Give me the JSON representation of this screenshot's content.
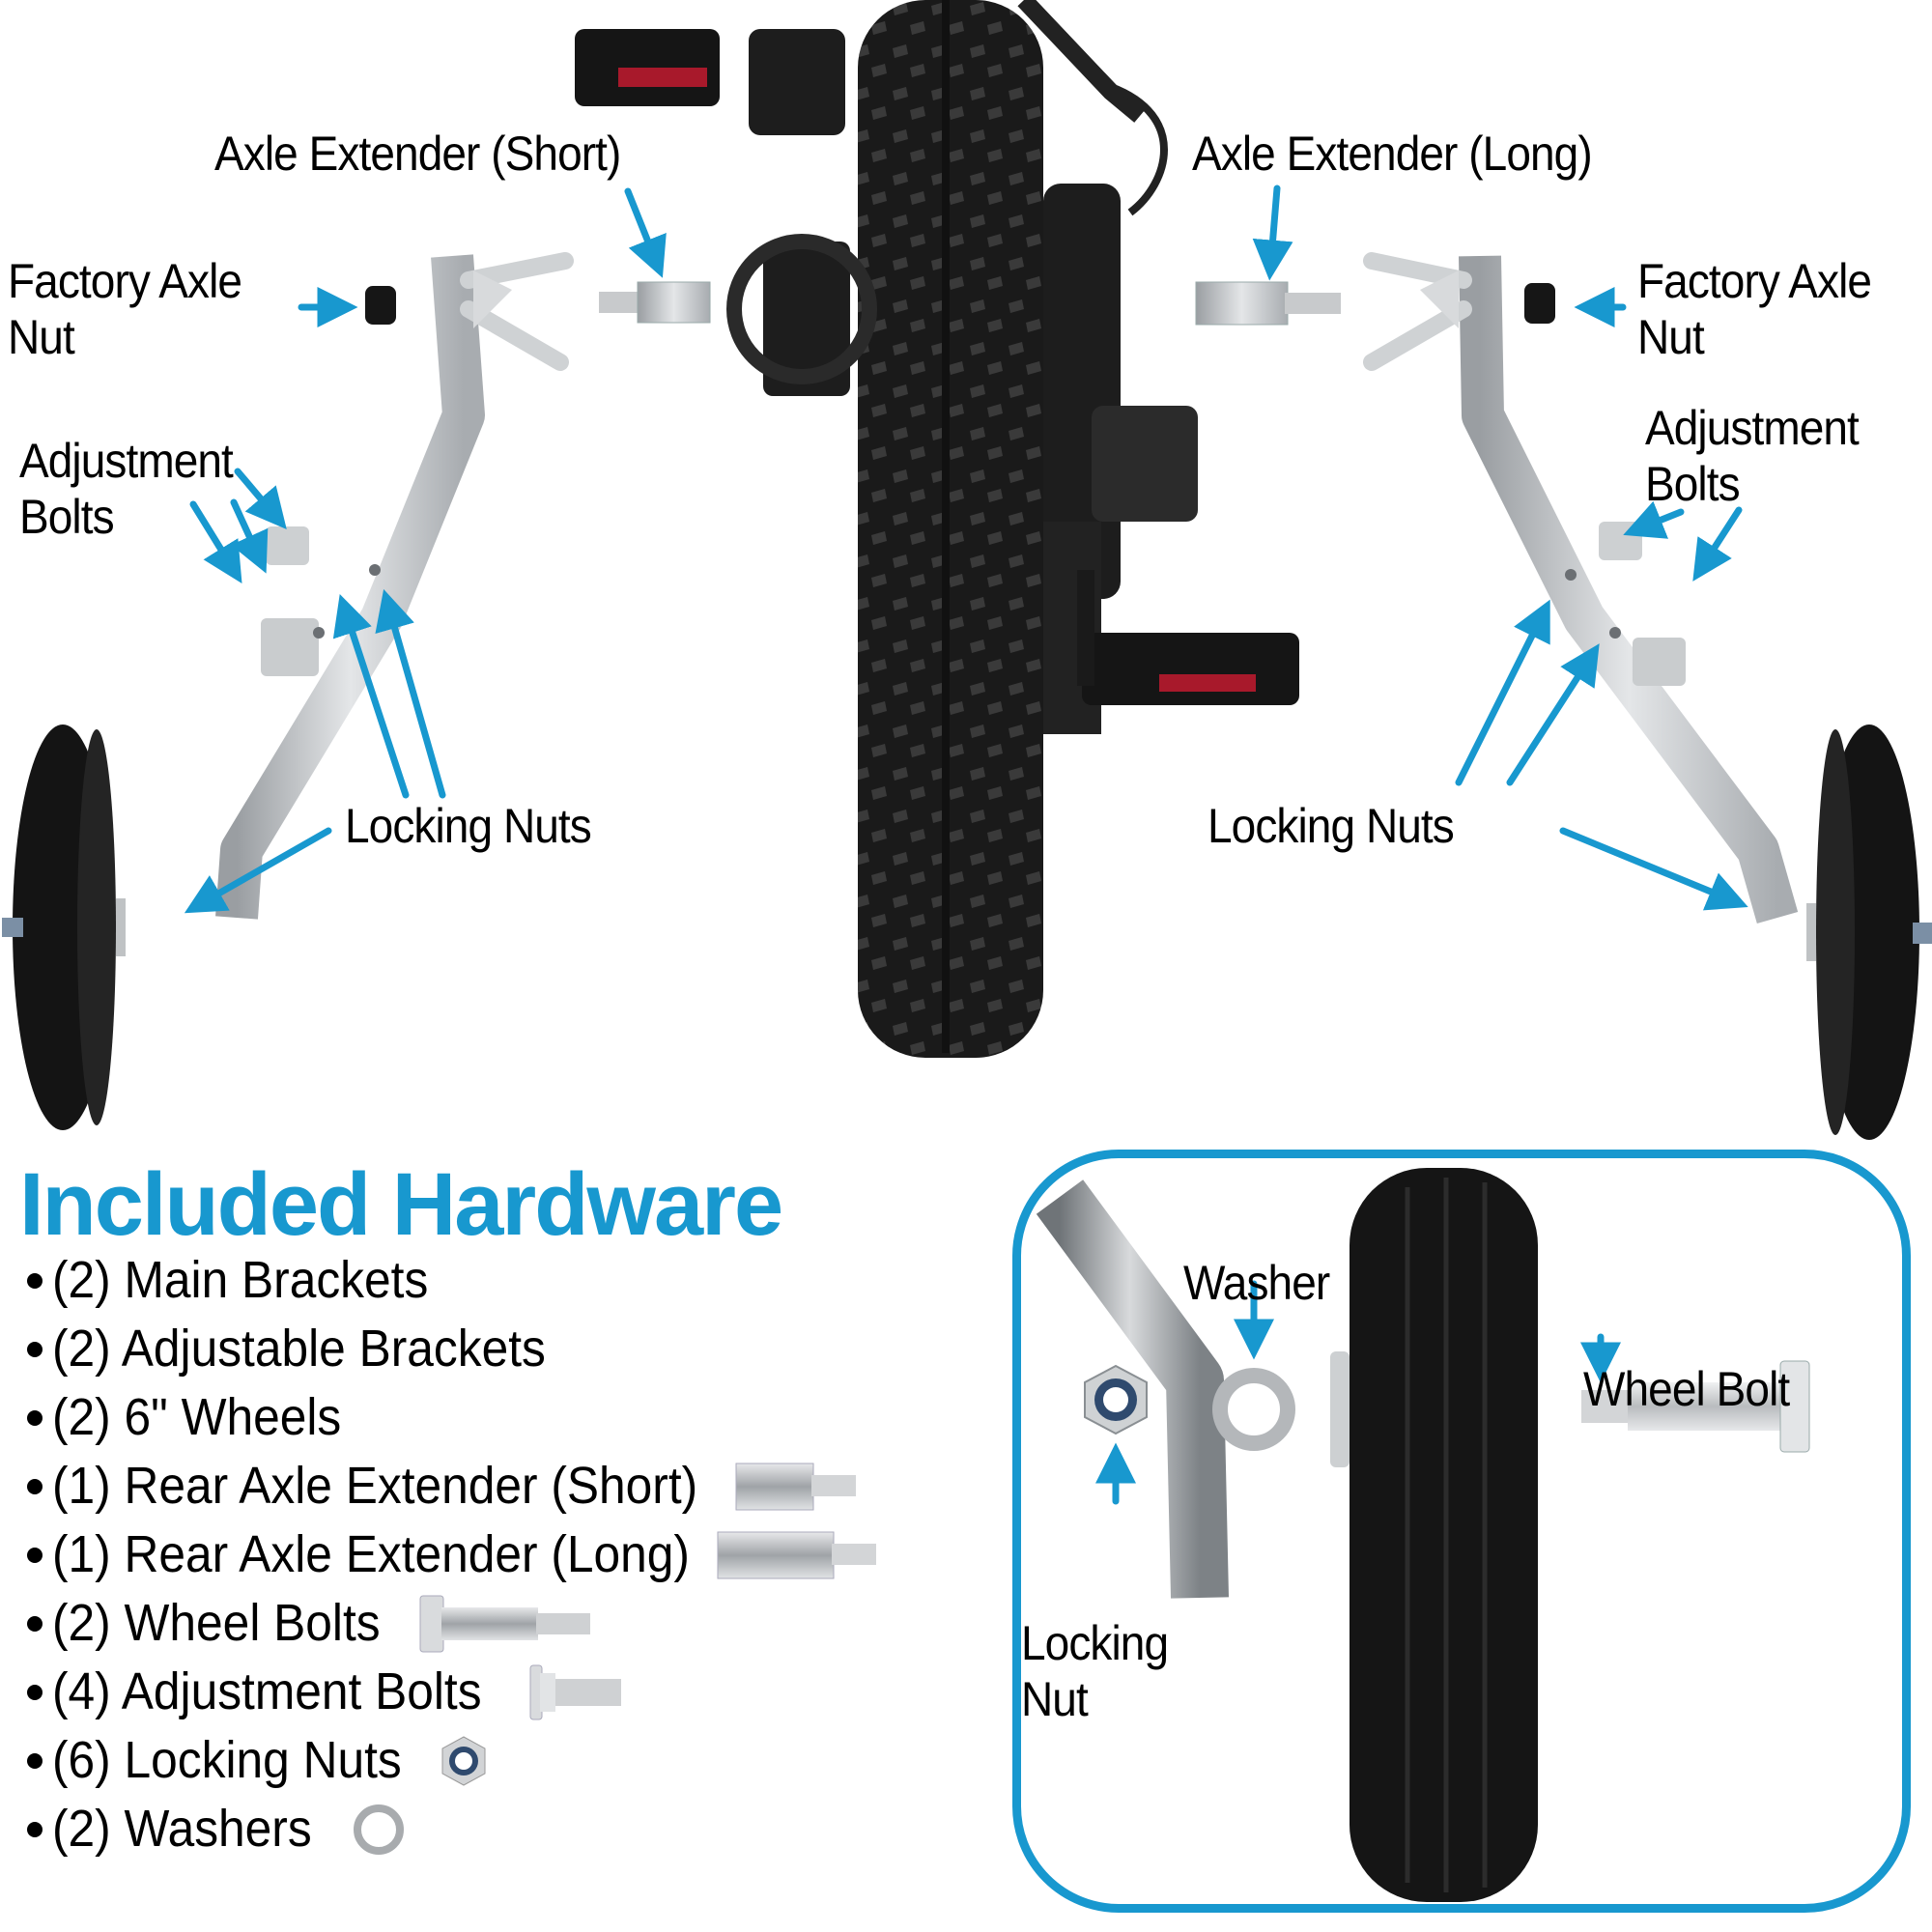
{
  "accent_color": "#1898cf",
  "callouts": {
    "axle_extender_short": "Axle Extender (Short)",
    "axle_extender_long": "Axle Extender (Long)",
    "factory_axle_nut_left": [
      "Factory Axle",
      "Nut"
    ],
    "factory_axle_nut_right": [
      "Factory Axle",
      "Nut"
    ],
    "adjustment_bolts_left": [
      "Adjustment",
      "Bolts"
    ],
    "adjustment_bolts_right": [
      "Adjustment",
      "Bolts"
    ],
    "locking_nuts_left": "Locking Nuts",
    "locking_nuts_right": "Locking Nuts"
  },
  "hardware": {
    "title": "Included Hardware",
    "items": [
      {
        "qty": "(2)",
        "label": "Main Brackets",
        "icon": "none"
      },
      {
        "qty": "(2)",
        "label": "Adjustable Brackets",
        "icon": "none"
      },
      {
        "qty": "(2)",
        "label": "6\" Wheels",
        "icon": "none"
      },
      {
        "qty": "(1)",
        "label": "Rear Axle Extender (Short)",
        "icon": "axle-extender-short-icon"
      },
      {
        "qty": "(1)",
        "label": "Rear Axle Extender (Long)",
        "icon": "axle-extender-long-icon"
      },
      {
        "qty": "(2)",
        "label": "Wheel Bolts",
        "icon": "wheel-bolt-icon"
      },
      {
        "qty": "(4)",
        "label": "Adjustment Bolts",
        "icon": "adjustment-bolt-icon"
      },
      {
        "qty": "(6)",
        "label": "Locking Nuts",
        "icon": "locking-nut-icon"
      },
      {
        "qty": "(2)",
        "label": "Washers",
        "icon": "washer-icon"
      }
    ]
  },
  "detail": {
    "washer": "Washer",
    "wheel_bolt": "Wheel Bolt",
    "locking_nut": [
      "Locking",
      "Nut"
    ]
  }
}
